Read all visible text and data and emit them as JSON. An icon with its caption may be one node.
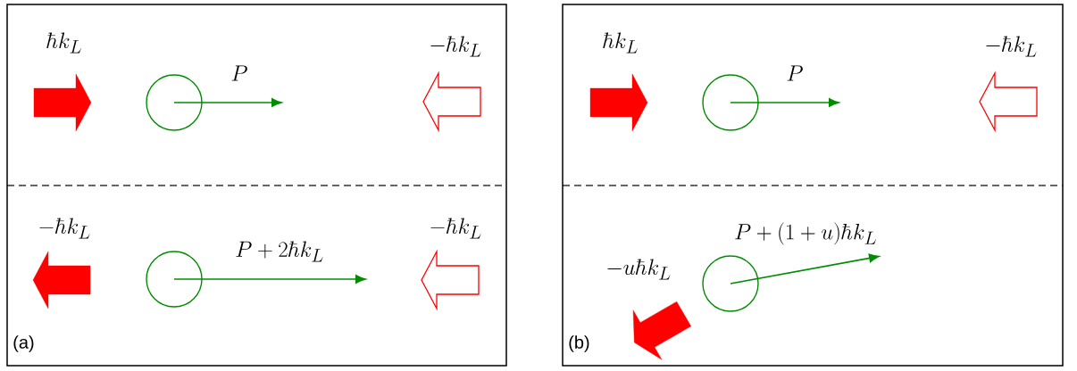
{
  "diagram": {
    "nodes": [
      {
        "text": [
          "(a)"
        ]
      },
      {
        "text": [],
        "shape": "circle",
        "in": 0
      },
      {
        "text": [],
        "shape": "circle",
        "in": 0
      },
      {
        "text": [
          "(b)"
        ]
      },
      {
        "text": [],
        "shape": "circle",
        "in": 3
      },
      {
        "text": [],
        "shape": "circle",
        "in": 3
      }
    ],
    "edges": [
      {
        "from": 1,
        "to": null,
        "arrow": "to",
        "label": "P"
      },
      {
        "from": 2,
        "to": null,
        "arrow": "to",
        "label": "P+2\\hbar k_L"
      },
      {
        "from": 4,
        "to": null,
        "arrow": "to",
        "label": "P"
      },
      {
        "from": 5,
        "to": null,
        "arrow": "to",
        "label": "P+(1+u)\\hbar k_L"
      }
    ],
    "labels": [
      "\\hbar k_L",
      "-\\hbar k_L",
      "-\\hbar k_L",
      "-\\hbar k_L",
      "\\hbar k_L",
      "-\\hbar k_L",
      "-u\\hbar k_L"
    ]
  }
}
